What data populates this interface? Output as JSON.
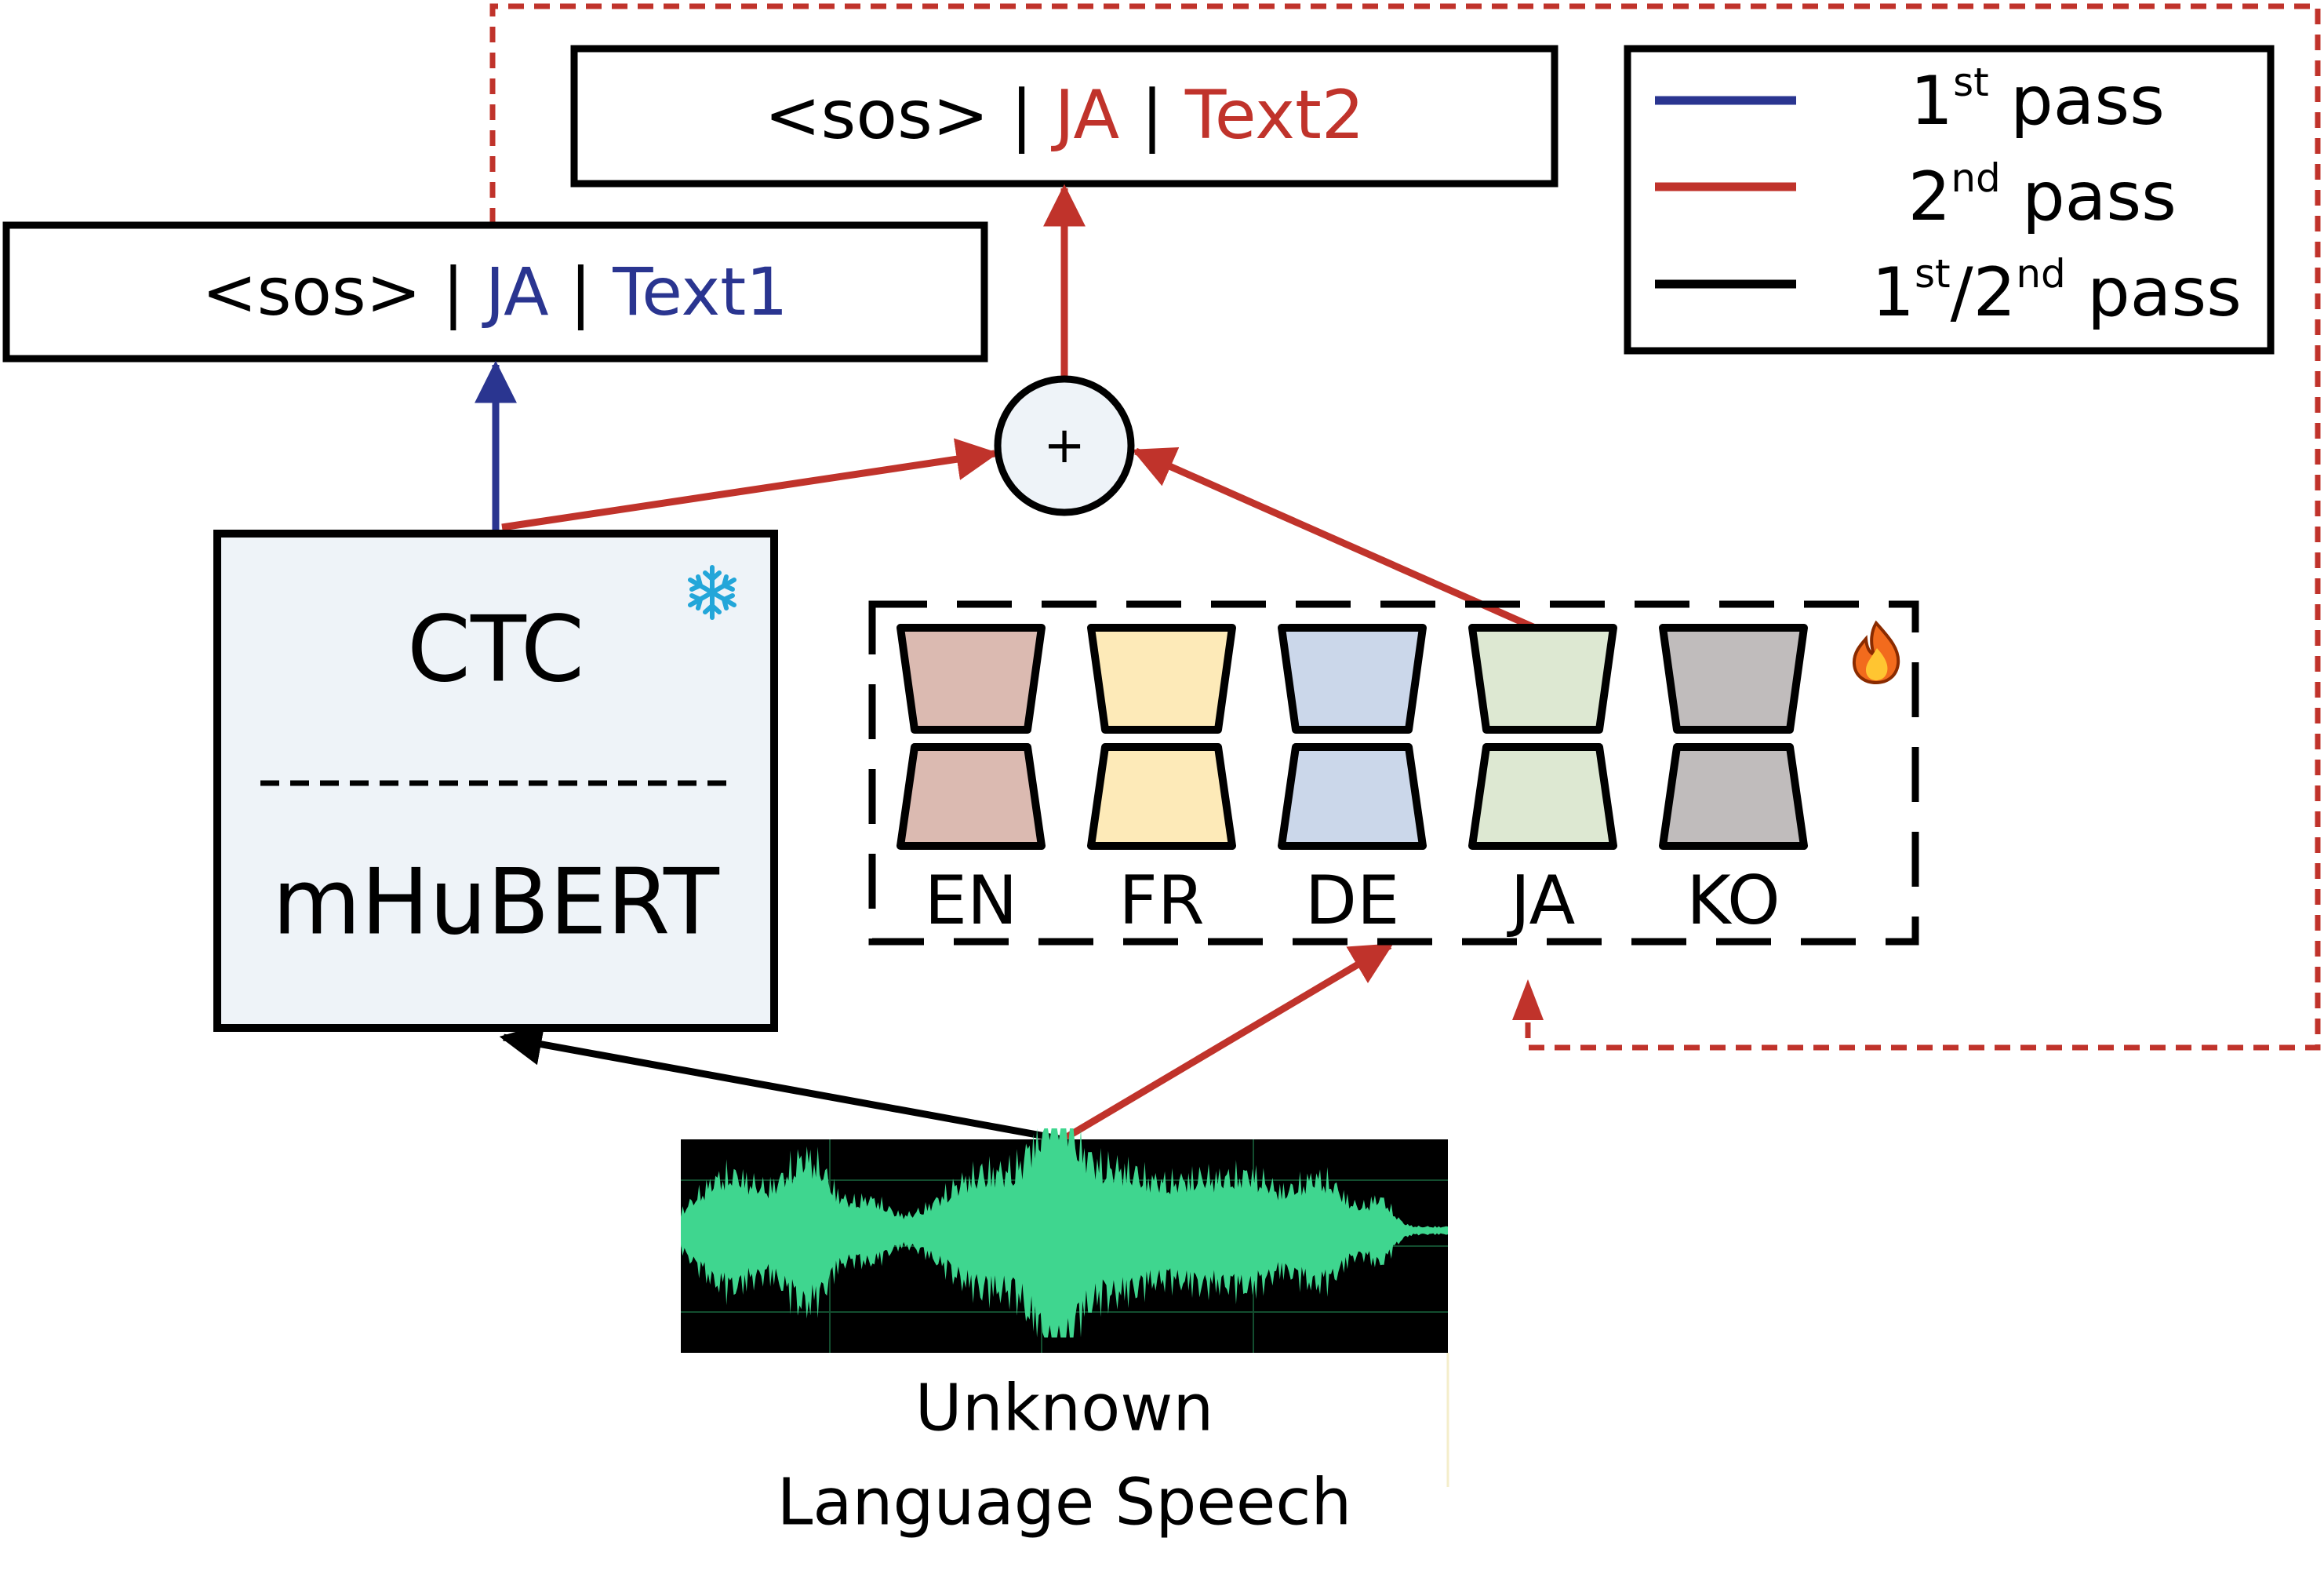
{
  "colors": {
    "first_pass": "#2a3590",
    "second_pass": "#c0332b",
    "both_pass": "#000000",
    "model_fill": "#eef3f8",
    "wave_bg": "#000000",
    "wave_fg": "#3fd68f"
  },
  "output_first": {
    "sos": "<sos>",
    "sep1": "|",
    "lang": "JA",
    "sep2": "|",
    "text": "Text1"
  },
  "output_second": {
    "sos": "<sos>",
    "sep1": "|",
    "lang": "JA",
    "sep2": "|",
    "text": "Text2"
  },
  "legend": [
    {
      "base": "1",
      "sup": "st",
      "suffix": " pass",
      "color": "#2a3590"
    },
    {
      "base": "2",
      "sup": "nd",
      "suffix": " pass",
      "color": "#c0332b"
    },
    {
      "base": "1",
      "sup": "st",
      "mid": "/2",
      "sup2": "nd",
      "suffix": " pass",
      "color": "#000000"
    }
  ],
  "combiner": {
    "symbol": "+"
  },
  "model": {
    "top": "CTC",
    "bottom": "mHuBERT",
    "frozen_icon": "snowflake-icon"
  },
  "adapters": {
    "trainable_icon": "fire-icon",
    "items": [
      {
        "code": "EN",
        "color": "#dbbab1"
      },
      {
        "code": "FR",
        "color": "#fdeab8"
      },
      {
        "code": "DE",
        "color": "#cbd7ea"
      },
      {
        "code": "JA",
        "color": "#dde8d2"
      },
      {
        "code": "KO",
        "color": "#c0bcbc"
      }
    ]
  },
  "input": {
    "line1": "Unknown",
    "line2": "Language Speech",
    "icon": "waveform-icon"
  }
}
